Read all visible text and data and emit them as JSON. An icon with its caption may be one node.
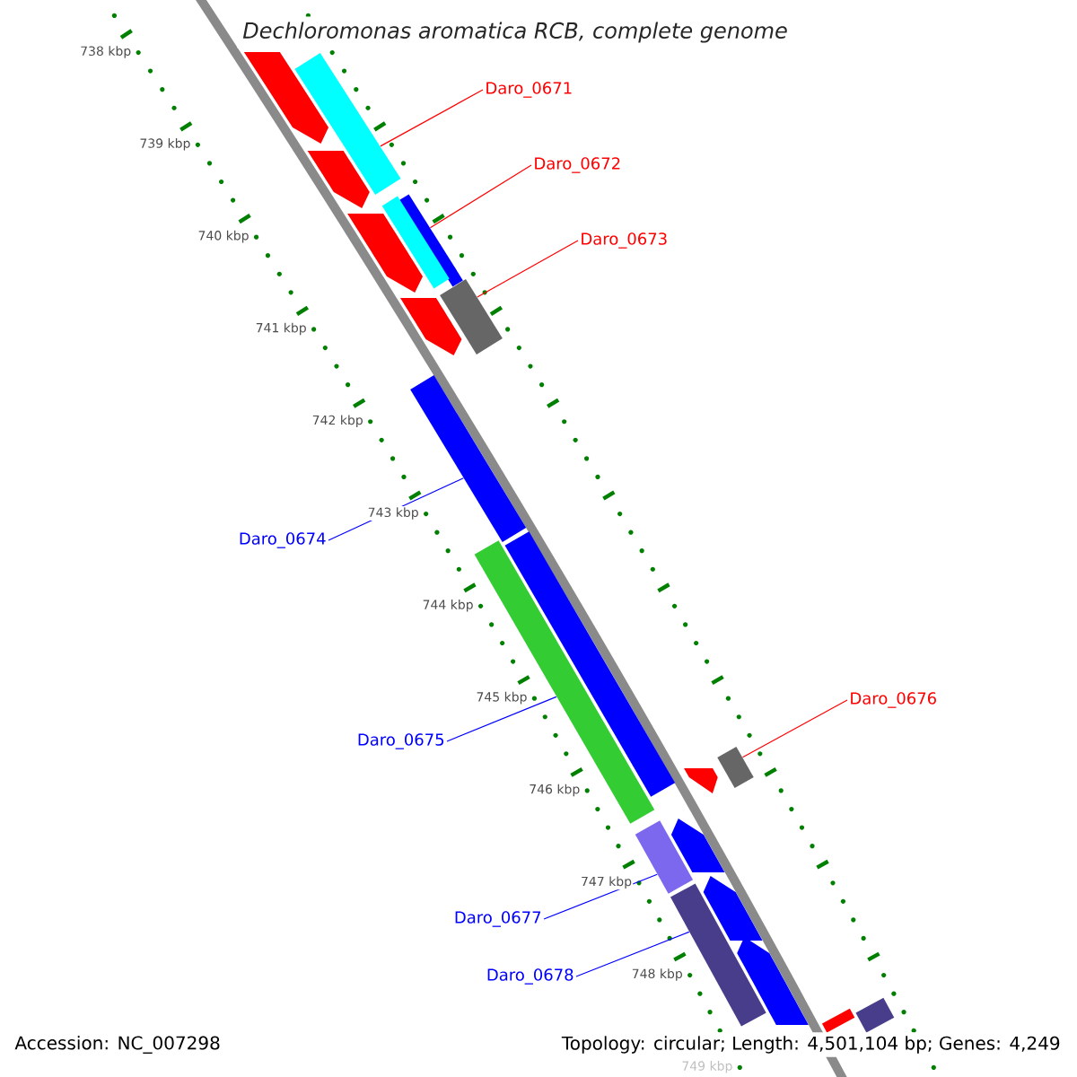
{
  "diagram": {
    "title": "Dechloromonas aromatica RCB, complete genome",
    "nodes": [
      {
        "text": [
          "Daro_0671"
        ]
      },
      {
        "text": [],
        "shape": "bar"
      },
      {
        "text": [
          "Daro_0672"
        ]
      },
      {
        "text": [],
        "shape": "bar"
      },
      {
        "text": [
          "Daro_0673"
        ]
      },
      {
        "text": [],
        "shape": "bar"
      },
      {
        "text": [
          "Daro_0674"
        ]
      },
      {
        "text": [],
        "shape": "bar"
      },
      {
        "text": [
          "Daro_0675"
        ]
      },
      {
        "text": [],
        "shape": "bar"
      },
      {
        "text": [
          "Daro_0676"
        ]
      },
      {
        "text": [],
        "shape": "bar"
      },
      {
        "text": [
          "Daro_0677"
        ]
      },
      {
        "text": [],
        "shape": "bar"
      },
      {
        "text": [
          "Daro_0678"
        ]
      },
      {
        "text": [],
        "shape": "bar"
      },
      {
        "text": [],
        "shape": "bar"
      },
      {
        "text": [],
        "shape": "pentagon"
      },
      {
        "text": [],
        "shape": "pentagon"
      },
      {
        "text": [],
        "shape": "bar"
      },
      {
        "text": [],
        "shape": "pentagon"
      },
      {
        "text": [],
        "shape": "pentagon"
      },
      {
        "text": [],
        "shape": "pentagon"
      },
      {
        "text": [],
        "shape": "pentagon"
      },
      {
        "text": [],
        "shape": "pentagon"
      },
      {
        "text": [],
        "shape": "pentagon"
      },
      {
        "text": [],
        "shape": "bar"
      },
      {
        "text": [],
        "shape": "bar"
      }
    ],
    "edges": [
      {
        "from": 0,
        "to": 1,
        "arrow": "none",
        "color": "#ff0000"
      },
      {
        "from": 2,
        "to": 3,
        "arrow": "none",
        "color": "#ff0000"
      },
      {
        "from": 4,
        "to": 5,
        "arrow": "none",
        "color": "#ff0000"
      },
      {
        "from": 6,
        "to": 7,
        "arrow": "none",
        "color": "#0000ff"
      },
      {
        "from": 8,
        "to": 9,
        "arrow": "none",
        "color": "#0000ff"
      },
      {
        "from": 10,
        "to": 11,
        "arrow": "none",
        "color": "#ff0000"
      },
      {
        "from": 12,
        "to": 13,
        "arrow": "none",
        "color": "#0000ff"
      },
      {
        "from": 14,
        "to": 15,
        "arrow": "none",
        "color": "#0000ff"
      }
    ],
    "labels": [
      "738 kbp",
      "739 kbp",
      "740 kbp",
      "741 kbp",
      "742 kbp",
      "743 kbp",
      "744 kbp",
      "745 kbp",
      "746 kbp",
      "747 kbp",
      "748 kbp",
      "749 kbp",
      "Accession: NC_007298",
      "Topology: circular; Length: 4,501,104 bp; Genes: 4,249"
    ]
  }
}
